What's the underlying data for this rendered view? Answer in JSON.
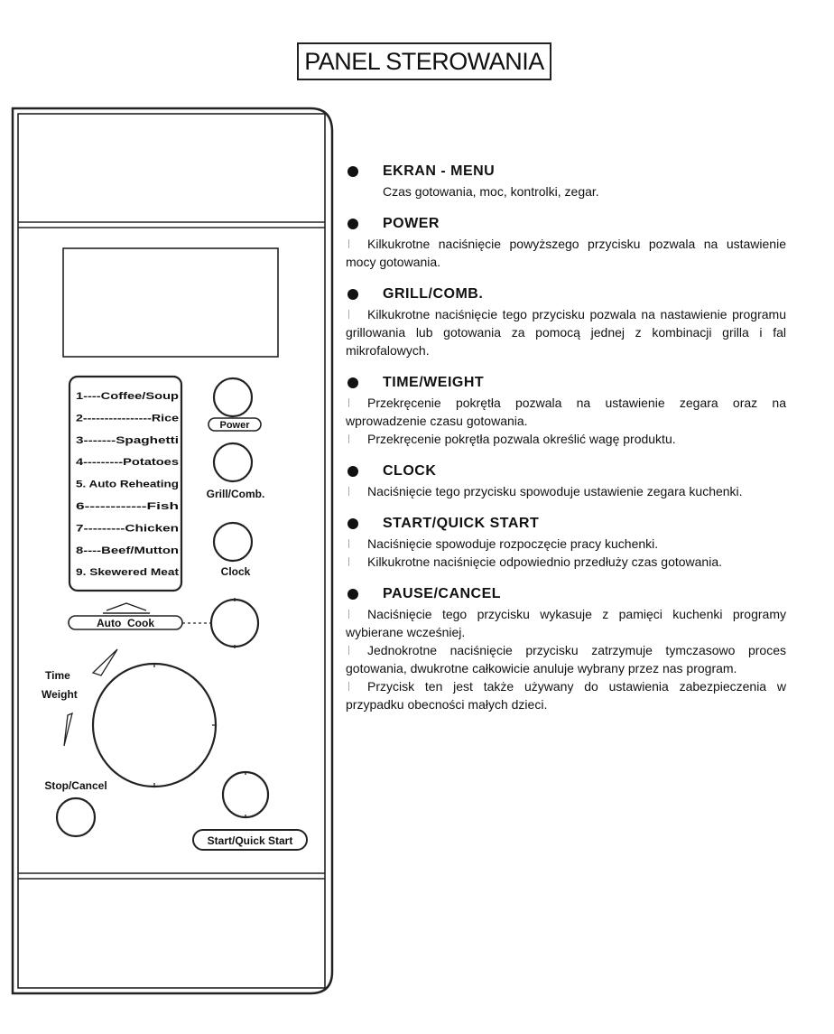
{
  "page_title": "PANEL STEROWANIA",
  "panel": {
    "programs": [
      {
        "num": "1",
        "name": "Coffee/Soup",
        "dash": "----"
      },
      {
        "num": "2",
        "name": "Rice",
        "dash": "----------------"
      },
      {
        "num": "3",
        "name": "Spaghetti",
        "dash": "-------"
      },
      {
        "num": "4",
        "name": "Potatoes",
        "dash": "---------"
      },
      {
        "num": "5.",
        "name": "Auto Reheating",
        "dash": ""
      },
      {
        "num": "6",
        "name": "Fish",
        "dash": "------------"
      },
      {
        "num": "7",
        "name": "Chicken",
        "dash": "---------"
      },
      {
        "num": "8",
        "name": "Beef/Mutton",
        "dash": "----"
      },
      {
        "num": "9.",
        "name": "Skewered Meat",
        "dash": ""
      }
    ],
    "power_label": "Power",
    "grill_label": "Grill/Comb.",
    "clock_label": "Clock",
    "auto_cook_label": "Auto  Cook",
    "time_label": "Time",
    "weight_label": "Weight",
    "stop_label": "Stop/Cancel",
    "start_label": "Start/Quick Start"
  },
  "sections": [
    {
      "heading": "EKRAN - MENU",
      "type": "plain",
      "paras": [
        "Czas gotowania, moc, kontrolki, zegar."
      ]
    },
    {
      "heading": "POWER",
      "type": "marked",
      "paras": [
        "Kilkukrotne naciśnięcie powyższego przycisku pozwala na ustawienie mocy gotowania."
      ]
    },
    {
      "heading": "GRILL/COMB.",
      "type": "marked",
      "paras": [
        "Kilkukrotne naciśnięcie tego przycisku pozwala na nastawienie programu grillowania lub gotowania za pomocą jednej z kombinacji grilla i fal mikrofalowych."
      ]
    },
    {
      "heading": "TIME/WEIGHT",
      "type": "marked",
      "paras": [
        "Przekręcenie pokrętła pozwala na ustawienie zegara oraz na wprowadzenie czasu gotowania.",
        "Przekręcenie pokrętła pozwala określić wagę produktu."
      ]
    },
    {
      "heading": "CLOCK",
      "type": "marked",
      "paras": [
        "Naciśnięcie tego przycisku spowoduje ustawienie zegara kuchenki."
      ]
    },
    {
      "heading": "START/QUICK START",
      "type": "marked",
      "paras": [
        "Naciśnięcie spowoduje rozpoczęcie pracy kuchenki.",
        "Kilkukrotne naciśnięcie odpowiednio przedłuży czas gotowania."
      ]
    },
    {
      "heading": "PAUSE/CANCEL",
      "type": "marked",
      "paras": [
        "Naciśnięcie tego przycisku wykasuje z pamięci kuchenki programy wybierane wcześniej.",
        "Jednokrotne naciśnięcie przycisku zatrzymuje tymczasowo proces gotowania, dwukrotne całkowicie anuluje wybrany przez nas program.",
        "Przycisk ten jest także używany do ustawienia zabezpieczenia w przypadku obecności małych dzieci."
      ]
    }
  ]
}
